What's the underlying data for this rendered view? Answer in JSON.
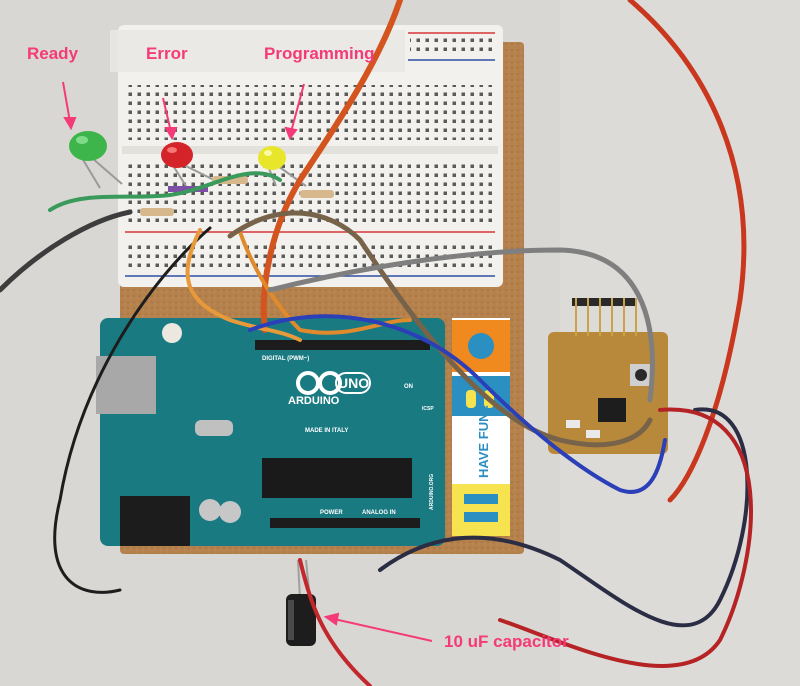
{
  "annotations": {
    "ready": "Ready",
    "error": "Error",
    "programming": "Programming",
    "capacitor": "10 uF capacitor"
  },
  "arduino": {
    "brand": "ARDUINO",
    "model": "UNO",
    "made_in": "MADE IN ITALY",
    "header_digital": "DIGITAL (PWM~)",
    "header_power": "POWER",
    "header_analog": "ANALOG IN",
    "on_led": "ON",
    "icsp": "ICSP",
    "website": "ARDUINO.ORG"
  },
  "sticker": {
    "text": "HAVE FUN !"
  },
  "colors": {
    "annotation": "#f43a78",
    "arduino_teal": "#1a7a82",
    "breadboard": "#f3f2ee",
    "base_board": "#b8834d",
    "pcb": "#b8893a"
  }
}
